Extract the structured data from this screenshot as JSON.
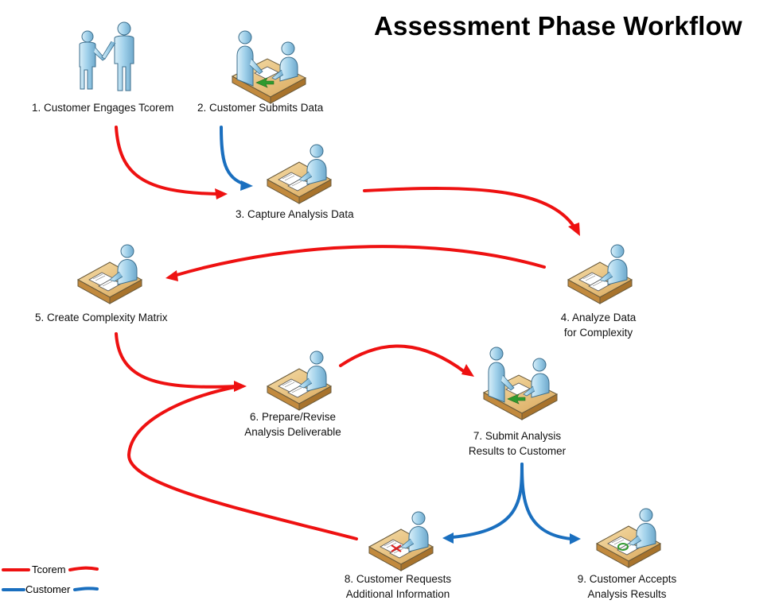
{
  "title": "Assessment Phase Workflow",
  "steps": [
    {
      "id": 1,
      "label": "1. Customer Engages Tcorem",
      "icon": "handshake-icon"
    },
    {
      "id": 2,
      "label": "2. Customer Submits Data",
      "icon": "two-people-desk-icon"
    },
    {
      "id": 3,
      "label": "3. Capture Analysis Data",
      "icon": "person-desk-icon"
    },
    {
      "id": 4,
      "label_line1": "4. Analyze Data",
      "label_line2": "for Complexity",
      "icon": "person-desk-icon"
    },
    {
      "id": 5,
      "label": "5. Create Complexity Matrix",
      "icon": "person-desk-icon"
    },
    {
      "id": 6,
      "label_line1": "6. Prepare/Revise",
      "label_line2": "Analysis Deliverable",
      "icon": "person-desk-icon"
    },
    {
      "id": 7,
      "label_line1": "7. Submit Analysis",
      "label_line2": "Results to Customer",
      "icon": "two-people-desk-icon"
    },
    {
      "id": 8,
      "label_line1": "8. Customer Requests",
      "label_line2": "Additional Information",
      "icon": "person-desk-reject-icon"
    },
    {
      "id": 9,
      "label_line1": "9. Customer Accepts",
      "label_line2": "Analysis Results",
      "icon": "person-desk-approve-icon"
    }
  ],
  "legend": [
    {
      "label": "Tcorem",
      "color": "#ee1111"
    },
    {
      "label": "Customer",
      "color": "#1a6fbf"
    }
  ],
  "colors": {
    "tcorem": "#ee1111",
    "customer": "#1a6fbf"
  }
}
